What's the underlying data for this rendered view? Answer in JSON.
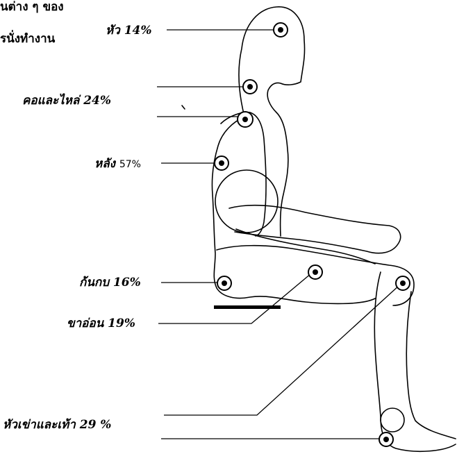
{
  "heading": {
    "line1": "นต่าง ๆ ของ",
    "line2": "รนั่งทำงาน"
  },
  "parts": [
    {
      "id": "head",
      "name": "หัว",
      "percent": "14%"
    },
    {
      "id": "neck-shoulder",
      "name": "คอและไหล่",
      "percent": "24%"
    },
    {
      "id": "back",
      "name": "หลัง",
      "percent": "57%"
    },
    {
      "id": "buttocks",
      "name": "ก้นกบ",
      "percent": "16%"
    },
    {
      "id": "thigh",
      "name": "ขาอ่อน",
      "percent": "19%"
    },
    {
      "id": "knee-foot",
      "name": "หัวเข่าและเท้า",
      "percent": "29 %"
    }
  ]
}
